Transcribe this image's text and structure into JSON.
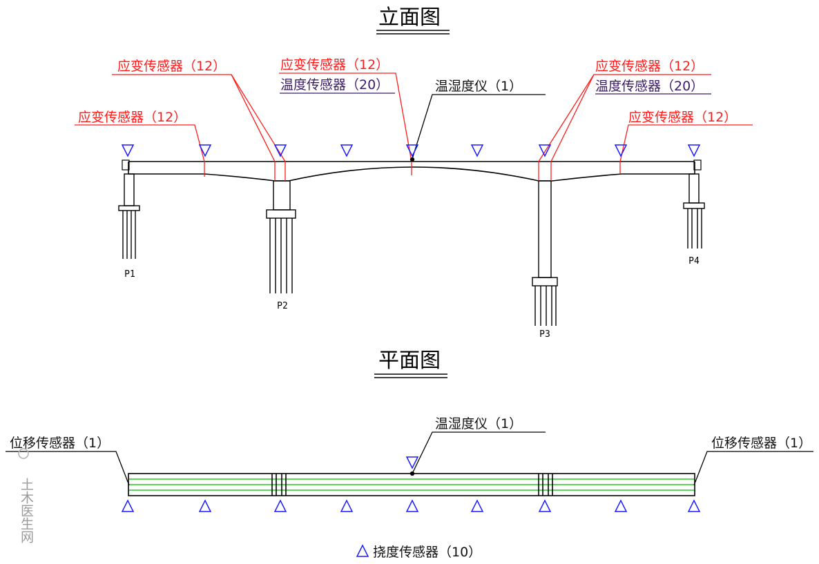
{
  "elevation": {
    "title": "立面图",
    "strain_label": "应变传感器（12）",
    "temp_label": "温度传感器（20）",
    "th_label": "温湿度仪（1）",
    "piers": [
      "P1",
      "P2",
      "P3",
      "P4"
    ]
  },
  "plan": {
    "title": "平面图",
    "th_label": "温湿度仪（1）",
    "disp_label": "位移传感器（1）",
    "legend": "挠度传感器（10）"
  },
  "watermark": "土木医生网",
  "colors": {
    "strain": "#ff0000",
    "temp": "#3a1a6a",
    "deflection": "#1a1aff",
    "plan_lines": "#22cc22"
  }
}
